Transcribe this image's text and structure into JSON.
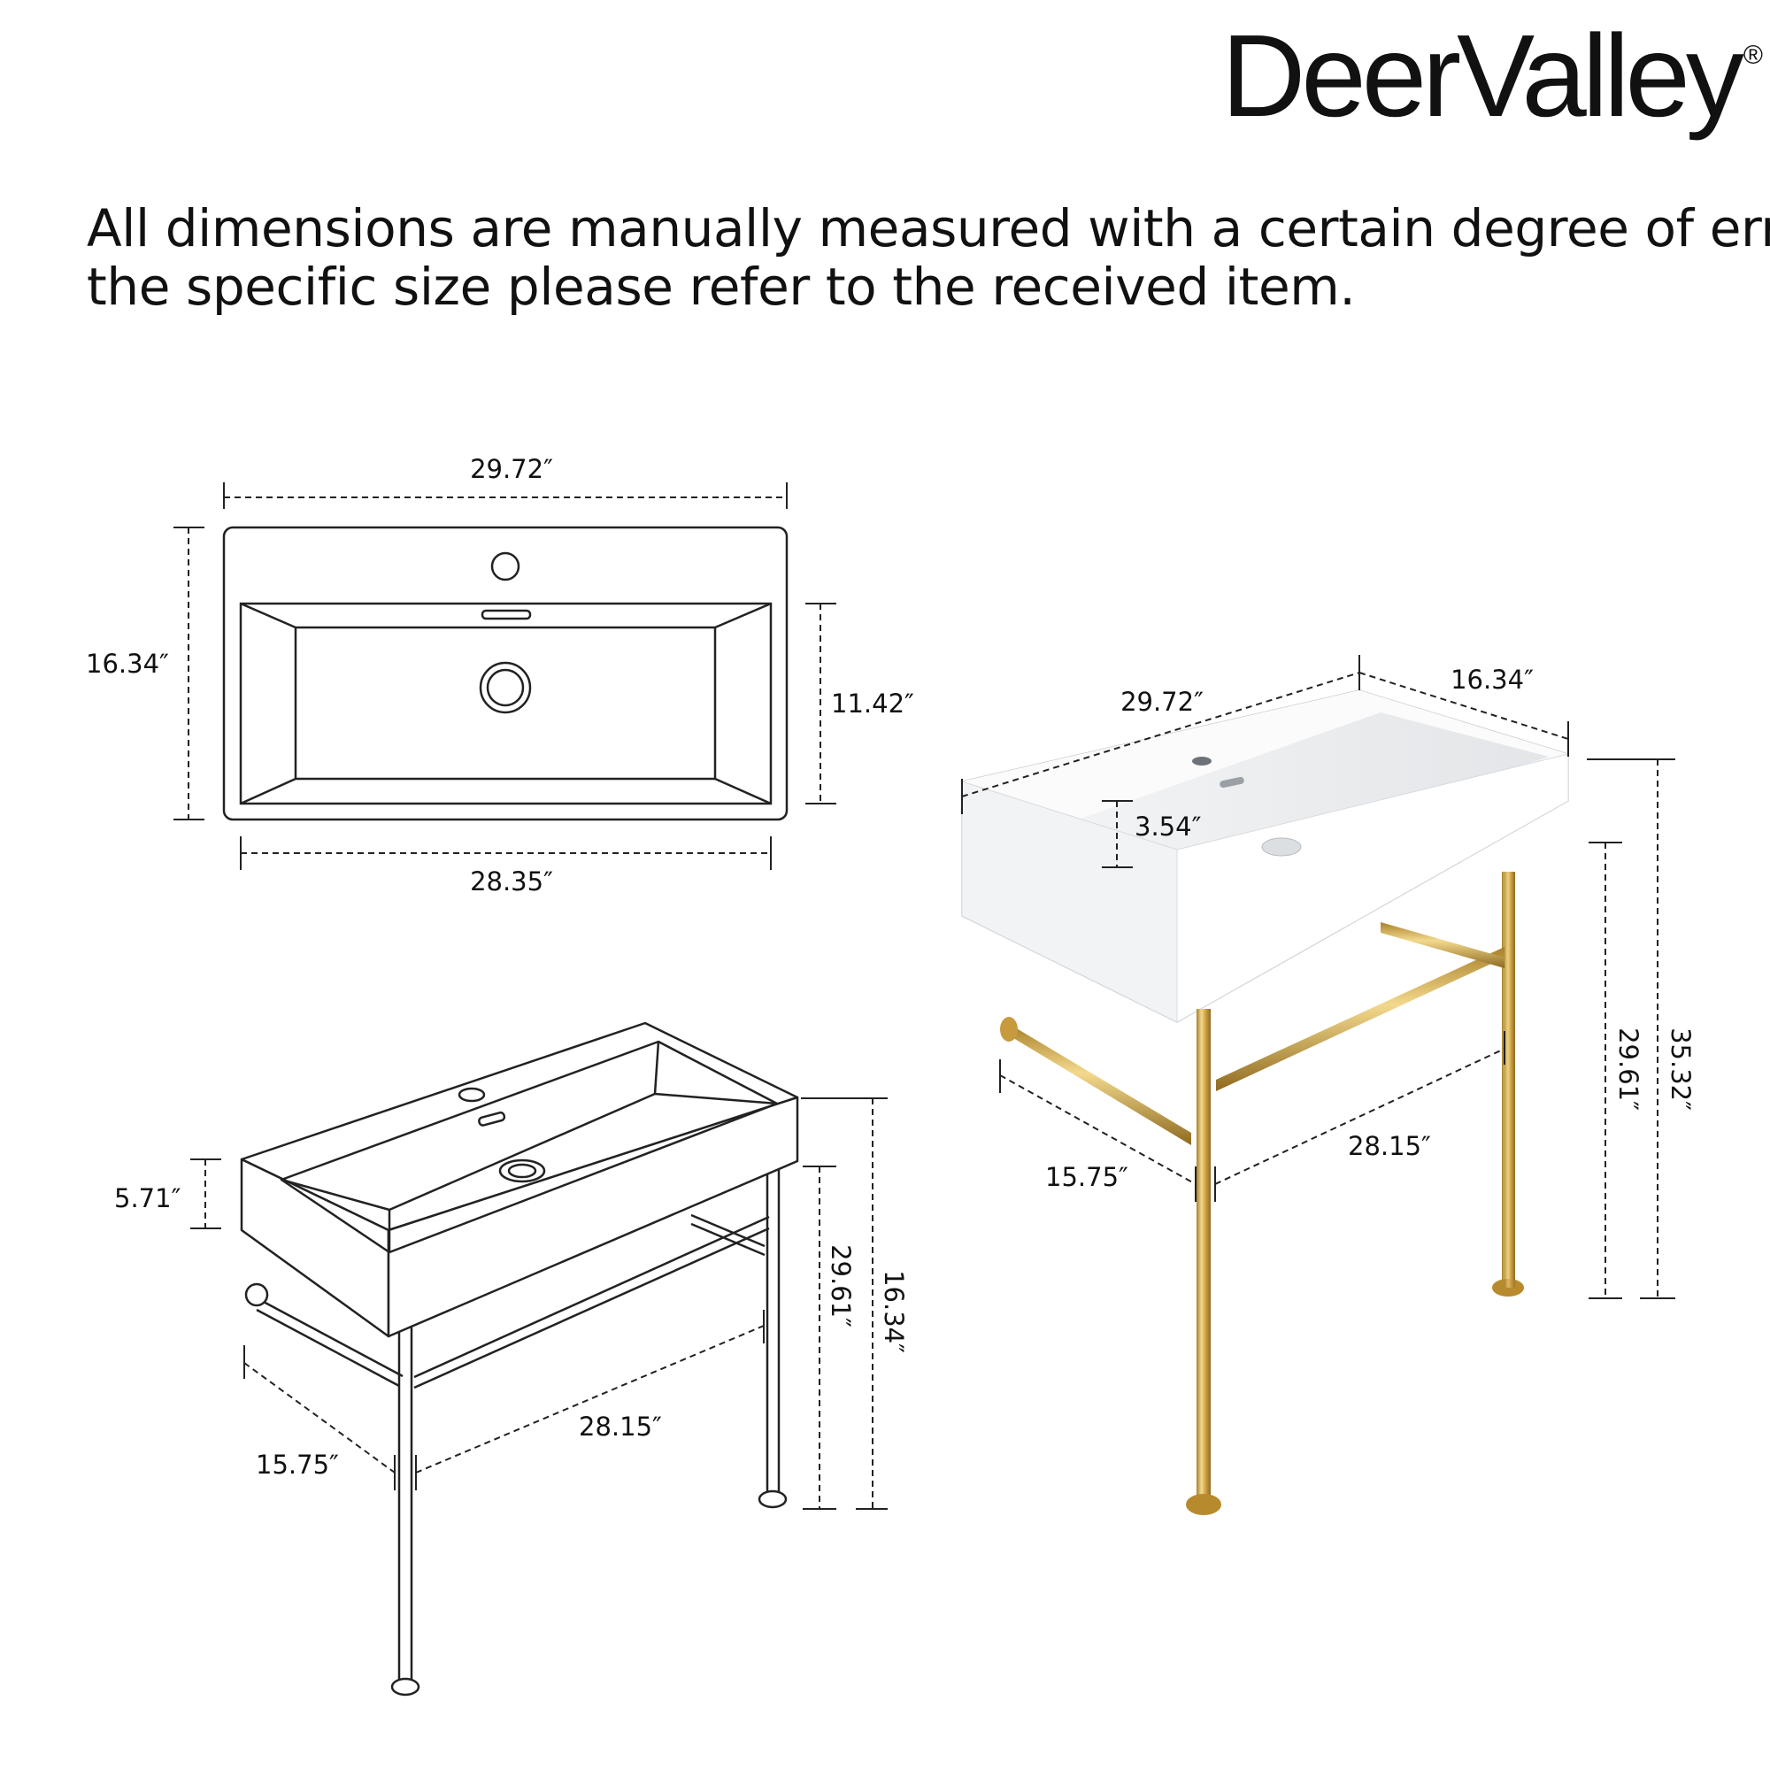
{
  "brand": {
    "name": "DeerValley",
    "mark": "®"
  },
  "disclaimer": {
    "line1": "All dimensions are manually measured with a certain degree of error,",
    "line2": "the specific size please refer to the received item."
  },
  "top_view": {
    "width": "29.72″",
    "depth": "16.34″",
    "bowl_depth": "11.42″",
    "bottom_width": "28.35″"
  },
  "line_drawing": {
    "basin_height": "5.71″",
    "leg_height": "29.61″",
    "total_height": "16.34″",
    "leg_depth": "15.75″",
    "leg_width": "28.15″"
  },
  "photo_view": {
    "width": "29.72″",
    "depth": "16.34″",
    "bowl_depth": "3.54″",
    "leg_height": "29.61″",
    "total_height": "35.32″",
    "leg_depth": "15.75″",
    "leg_width": "28.15″"
  },
  "colors": {
    "gold": "#d4a94c",
    "line": "#222222"
  }
}
